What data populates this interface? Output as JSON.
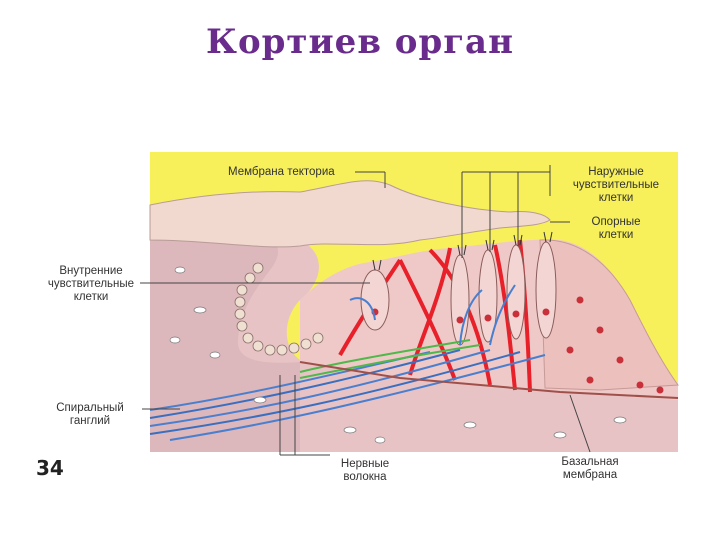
{
  "title": "Кортиев орган",
  "labels": {
    "tectorial_membrane": "Мембрана текториа",
    "outer_hair_cells_line1": "Наружные",
    "outer_hair_cells_line2": "чувствительные",
    "outer_hair_cells_line3": "клетки",
    "supporting_cells_line1": "Опорные",
    "supporting_cells_line2": "клетки",
    "inner_hair_cells_line1": "Внутренние",
    "inner_hair_cells_line2": "чувствительные",
    "inner_hair_cells_line3": "клетки",
    "spiral_ganglion_line1": "Спиральный",
    "spiral_ganglion_line2": "ганглий",
    "nerve_fibers_line1": "Нервные",
    "nerve_fibers_line2": "волокна",
    "basilar_membrane_line1": "Базальная",
    "basilar_membrane_line2": "мембрана"
  },
  "slide_number": "34"
}
